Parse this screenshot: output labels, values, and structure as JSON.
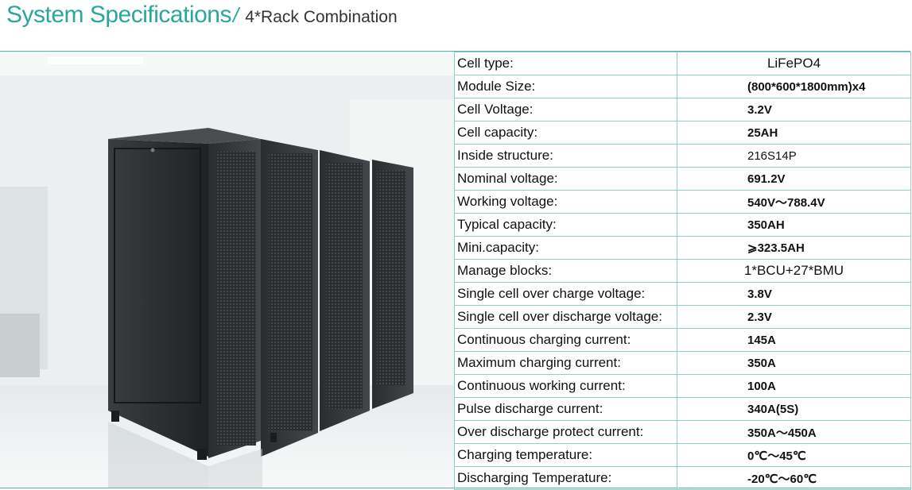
{
  "header": {
    "title": "System Specifications",
    "slash": "/",
    "subtitle": "4*Rack Combination"
  },
  "specs": [
    {
      "label": "Cell type:",
      "value": "LiFePO4",
      "style": "center"
    },
    {
      "label": "Module Size:",
      "value": "(800*600*1800mm)x4",
      "style": "bold"
    },
    {
      "label": "Cell Voltage:",
      "value": "3.2V",
      "style": "bold"
    },
    {
      "label": "Cell capacity:",
      "value": "25AH",
      "style": "bold"
    },
    {
      "label": "Inside structure:",
      "value": "216S14P",
      "style": "normal"
    },
    {
      "label": "Nominal voltage:",
      "value": "691.2V",
      "style": "bold"
    },
    {
      "label": "Working voltage:",
      "value": "540V～788.4V",
      "style": "bold"
    },
    {
      "label": "Typical capacity:",
      "value": "350AH",
      "style": "bold"
    },
    {
      "label": "Mini.capacity:",
      "value": "⩾323.5AH",
      "style": "bold"
    },
    {
      "label": "Manage blocks:",
      "value": "1*BCU+27*BMU",
      "style": "center"
    },
    {
      "label": "Single cell over charge voltage:",
      "value": "3.8V",
      "style": "bold"
    },
    {
      "label": "Single cell over discharge voltage:",
      "value": "2.3V",
      "style": "bold"
    },
    {
      "label": "Continuous charging current:",
      "value": "145A",
      "style": "bold"
    },
    {
      "label": "Maximum charging current:",
      "value": "350A",
      "style": "bold"
    },
    {
      "label": "Continuous working current:",
      "value": "100A",
      "style": "bold"
    },
    {
      "label": "Pulse discharge current:",
      "value": "340A(5S)",
      "style": "bold"
    },
    {
      "label": "Over discharge protect current:",
      "value": "350A～450A",
      "style": "bold"
    },
    {
      "label": " Charging temperature:",
      "value": "0℃～45℃",
      "style": "bold"
    },
    {
      "label": "Discharging Temperature:",
      "value": "-20℃～60℃",
      "style": "bold"
    }
  ],
  "colors": {
    "accent": "#2aa79a",
    "table_border": "#8fcfc9",
    "cabinet": "#2b2e30"
  }
}
